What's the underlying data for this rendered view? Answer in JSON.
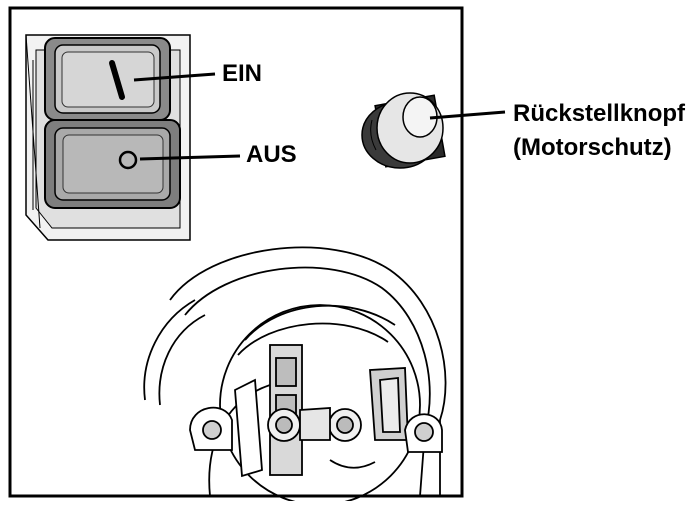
{
  "labels": {
    "on_switch": "EIN",
    "off_switch": "AUS",
    "reset_button_line1": "Rückstellknopf",
    "reset_button_line2": "(Motorschutz)"
  },
  "switch_symbols": {
    "on": "I",
    "off": "O"
  },
  "colors": {
    "switch_body": "#9a9a9a",
    "switch_face": "#c8c8c8",
    "line": "#000000",
    "reset_knob": "#e6e6e6"
  }
}
